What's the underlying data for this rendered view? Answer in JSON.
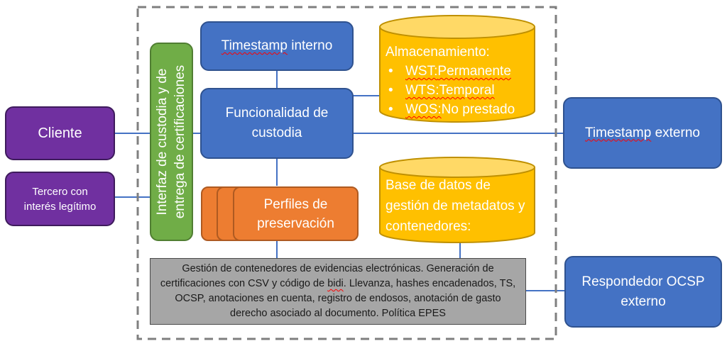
{
  "cliente": "Cliente",
  "tercero": "Tercero con interés legítimo",
  "interfaz": "Interfaz de custodia y de entrega de certificaciones",
  "timestamp_interno": {
    "word1": "Timestamp",
    "word2": " interno"
  },
  "funcionalidad": "Funcionalidad de custodia",
  "perfiles": "Perfiles de preservación",
  "almacenamiento": {
    "title": "Almacenamiento:",
    "bullet": "•",
    "items": [
      {
        "code": "WST:",
        "text": "Permanente"
      },
      {
        "code": "WTS:",
        "text": "Temporal"
      },
      {
        "code": "WOS:",
        "text": "No prestado"
      }
    ]
  },
  "base_datos": "Base de datos de gestión de metadatos y contenedores:",
  "gestion": {
    "part1": "Gestión de contenedores de evidencias electrónicas. Generación de certificaciones con CSV y código de ",
    "bidi": "bidi",
    "part2": ". Llevanza, hashes encadenados, TS, OCSP, anotaciones en cuenta, registro de endosos, anotación de gasto derecho asociado al documento. Política EPES"
  },
  "timestamp_externo": {
    "word1": "Timestamp",
    "word2": " externo"
  },
  "respondedor": "Respondedor OCSP externo"
}
